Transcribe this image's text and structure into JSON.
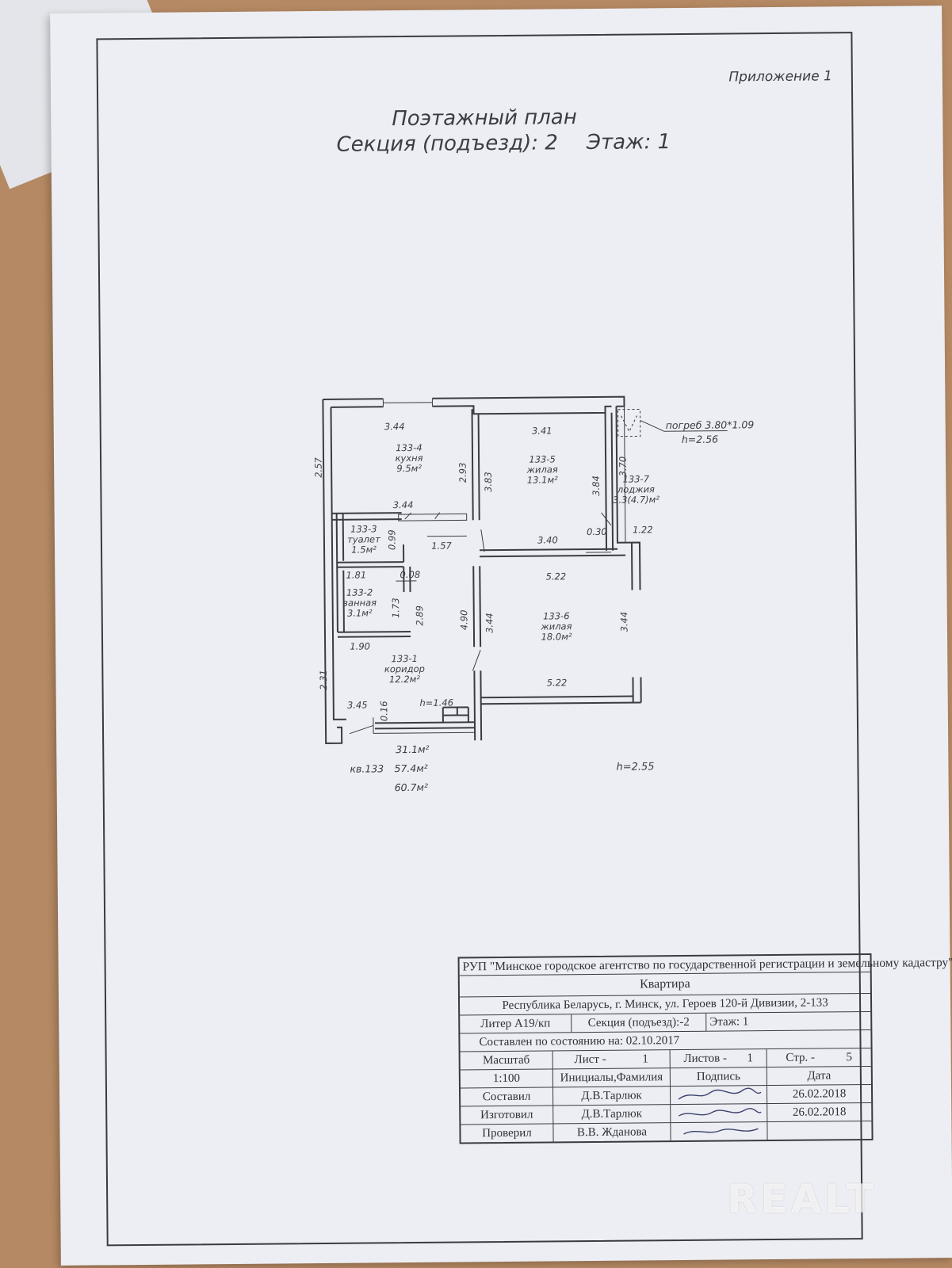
{
  "header": {
    "appendix": "Приложение 1",
    "title": "Поэтажный план",
    "section": "Секция (подъезд): 2",
    "floor": "Этаж: 1"
  },
  "plan": {
    "rooms": [
      {
        "id": "133-4",
        "name": "кухня",
        "area": "9.5м²"
      },
      {
        "id": "133-5",
        "name": "жилая",
        "area": "13.1м²"
      },
      {
        "id": "133-7",
        "name": "лоджия",
        "area": "3.3(4.7)м²"
      },
      {
        "id": "133-3",
        "name": "туалет",
        "area": "1.5м²"
      },
      {
        "id": "133-2",
        "name": "ванная",
        "area": "3.1м²"
      },
      {
        "id": "133-6",
        "name": "жилая",
        "area": "18.0м²"
      },
      {
        "id": "133-1",
        "name": "коридор",
        "area": "12.2м²"
      }
    ],
    "dims": {
      "k_top": "3.44",
      "k_bottom": "3.44",
      "k_left": "2.57",
      "k_right": "2.93",
      "r5_top": "3.41",
      "r5_left": "3.83",
      "r5_right": "3.84",
      "r5_bottom": "3.40",
      "log_v": "3.70",
      "log_w": "1.22",
      "wall": "0.30",
      "corr_w": "1.57",
      "toilet_v": "0.99",
      "bath_top": "1.81",
      "bath_gap": "0.08",
      "bath_v": "1.73",
      "bath_v2": "2.89",
      "bath_bottom": "1.90",
      "corr_v": "4.90",
      "r6_left": "3.44",
      "r6_right": "3.44",
      "r6_top": "5.22",
      "r6_bottom": "5.22",
      "corr_left": "2.31",
      "entry_w": "3.45",
      "entry_v": "0.16",
      "niche_h": "h=1.46"
    },
    "cellar": "погреб 3.80*1.09",
    "cellar_h": "h=2.56",
    "apt_no": "кв.133",
    "area_living": "31.1м²",
    "area_total": "57.4м²",
    "area_full": "60.7м²",
    "ceiling_h": "h=2.55"
  },
  "stamp": {
    "org": "РУП \"Минское городское агентство по государственной регистрации и земельному кадастру\"",
    "kind": "Квартира",
    "address": "Республика Беларусь, г. Минск, ул. Героев 120-й Дивизии, 2-133",
    "liter": "Литер А19/кп",
    "section": "Секция (подъезд):-2",
    "floor": "Этаж: 1",
    "as_of": "Составлен по состоянию на: 02.10.2017",
    "scale_label": "Масштаб",
    "sheet_label": "Лист -",
    "sheet_no": "1",
    "sheets_label": "Листов -",
    "sheets_no": "1",
    "page_label": "Стр. -",
    "page_no": "5",
    "scale": "1:100",
    "col_name": "Инициалы,Фамилия",
    "col_sign": "Подпись",
    "col_date": "Дата",
    "rows": [
      {
        "role": "Составил",
        "name": "Д.В.Тарлюк",
        "date": "26.02.2018"
      },
      {
        "role": "Изготовил",
        "name": "Д.В.Тарлюк",
        "date": "26.02.2018"
      },
      {
        "role": "Проверил",
        "name": "В.В. Жданова",
        "date": ""
      }
    ]
  },
  "watermark": "REALT"
}
